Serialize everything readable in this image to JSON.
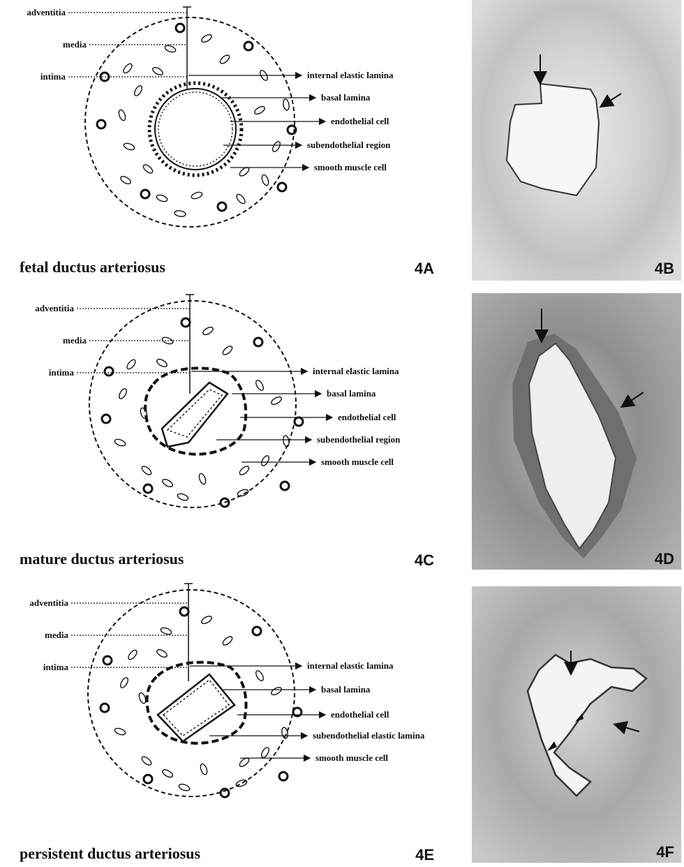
{
  "panels": [
    {
      "diagram_label": "4A",
      "micrograph_label": "4B",
      "title": "fetal ductus arteriosus",
      "left_labels": [
        "adventitia",
        "media",
        "intima"
      ],
      "right_labels": [
        "internal elastic lamina",
        "basal lamina",
        "endothelial cell",
        "subendothelial region",
        "smooth muscle cell"
      ]
    },
    {
      "diagram_label": "4C",
      "micrograph_label": "4D",
      "title": "mature ductus arteriosus",
      "left_labels": [
        "adventitia",
        "media",
        "intima"
      ],
      "right_labels": [
        "internal elastic lamina",
        "basal lamina",
        "endothelial cell",
        "subendothelial region",
        "smooth muscle cell"
      ]
    },
    {
      "diagram_label": "4E",
      "micrograph_label": "4F",
      "title": "persistent ductus arteriosus",
      "left_labels": [
        "adventitia",
        "media",
        "intima"
      ],
      "right_labels": [
        "internal elastic lamina",
        "basal lamina",
        "endothelial cell",
        "subendothelial elastic lamina",
        "smooth muscle cell"
      ]
    }
  ]
}
